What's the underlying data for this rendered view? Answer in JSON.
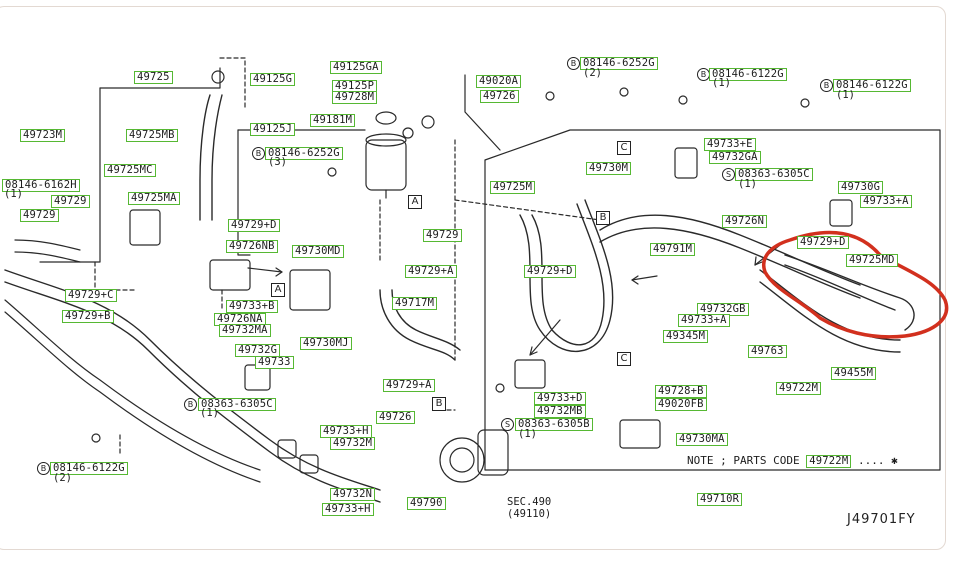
{
  "diagram_code": "J49701FY",
  "note": {
    "prefix": "NOTE ; PARTS CODE",
    "part": "49722M",
    "suffix": "....",
    "symbol": "✱"
  },
  "section": {
    "line1": "SEC.490",
    "line2": "(49110)"
  },
  "callout_letters": [
    "A",
    "B",
    "C"
  ],
  "bolt_symbols": [
    "B",
    "S"
  ],
  "bolt_qty": {
    "q1": "(1)",
    "q2": "(2)",
    "q3": "(3)"
  },
  "labels": {
    "l49725": "49725",
    "l49725MB": "49725MB",
    "l49723M": "49723M",
    "l49725MC": "49725MC",
    "l49725MA": "49725MA",
    "l08146_6162H": "08146-6162H",
    "l49729a": "49729",
    "l49729b": "49729",
    "l49729C_left": "49729+C",
    "l49729B_left": "49729+B",
    "l49729D_a": "49729+D",
    "l49726NB": "49726NB",
    "l49730MD": "49730MD",
    "l49733B": "49733+B",
    "l49726NA": "49726NA",
    "l49732MA": "49732MA",
    "l49732G": "49732G",
    "l49730MJ": "49730MJ",
    "l49733": "49733",
    "l08363_6305C_a": "08363-6305C",
    "l49125G": "49125G",
    "l49125GA": "49125GA",
    "l49125P": "49125P",
    "l49728M": "49728M",
    "l49181M": "49181M",
    "l49125J": "49125J",
    "l08146_6252G_a": "08146-6252G",
    "l49020A": "49020A",
    "l49726a": "49726",
    "l08146_6252G_b": "08146-6252G",
    "l08146_6122G_a": "08146-6122G",
    "l08146_6122G_b": "08146-6122G",
    "l49733E": "49733+E",
    "l49730M": "49730M",
    "l49732GA": "49732GA",
    "l08363_6305C_b": "08363-6305C",
    "l49730G": "49730G",
    "l49733A_r": "49733+A",
    "l49726N": "49726N",
    "l49725M": "49725M",
    "l49729D_b": "49729+D",
    "l49729_mid": "49729",
    "l49729A": "49729+A",
    "l49717M": "49717M",
    "l49729D_r": "49729+D",
    "l49725MD": "49725MD",
    "l49791M": "49791M",
    "l49732GB": "49732GB",
    "l49733A_m": "49733+A",
    "l49345M": "49345M",
    "l49763": "49763",
    "l49729A_b": "49729+A",
    "l49726b": "49726",
    "l49733D": "49733+D",
    "l49732MB": "49732MB",
    "l08363_6305B": "08363-6305B",
    "l49728B": "49728+B",
    "l49020FB": "49020FB",
    "l49730MA": "49730MA",
    "l49722M": "49722M",
    "l49455M": "49455M",
    "l49733H_a": "49733+H",
    "l49732M": "49732M",
    "l49732N": "49732N",
    "l49733H_b": "49733+H",
    "l49790": "49790",
    "l49710R": "49710R",
    "l08146_6122G_c": "08146-6122G"
  },
  "colors": {
    "line": "#2a2a2a",
    "label_border": "#56b833",
    "highlight": "#d2301e",
    "card_border": "#e3d9d2"
  }
}
